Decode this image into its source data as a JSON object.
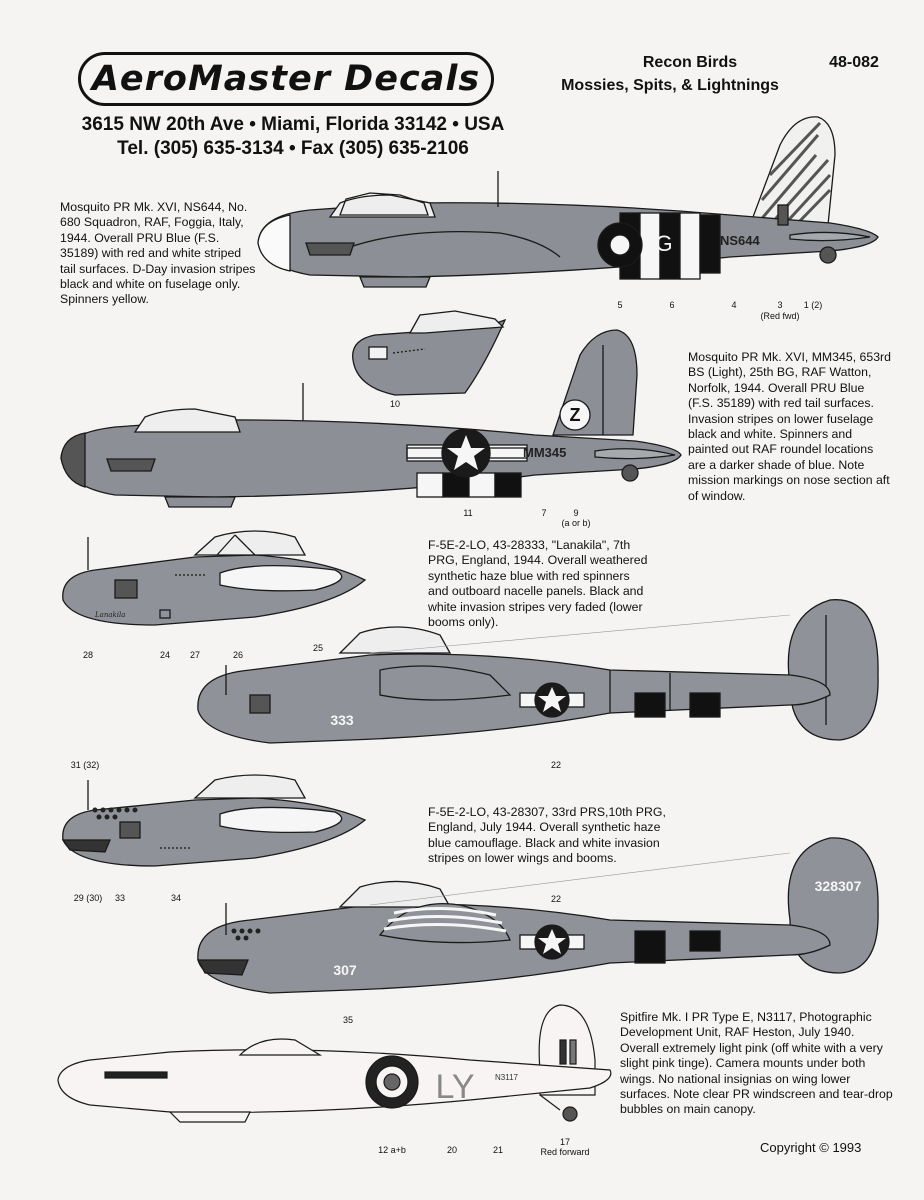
{
  "header": {
    "brand": "AeroMaster Decals",
    "address": "3615 NW 20th Ave • Miami, Florida 33142 • USA",
    "phone": "Tel. (305) 635-3134 • Fax (305) 635-2106",
    "title": "Recon Birds",
    "subtitle": "Mossies, Spits, & Lightnings",
    "sheet_no": "48-082"
  },
  "descriptions": {
    "mosquito_ns644": "Mosquito PR Mk. XVI, NS644, No. 680 Squadron, RAF, Foggia, Italy, 1944. Overall PRU Blue (F.S. 35189) with red and white striped tail surfaces. D-Day invasion stripes black and white on fuselage only. Spinners yellow.",
    "mosquito_mm345": "Mosquito PR Mk. XVI, MM345, 653rd BS (Light), 25th BG, RAF Watton, Norfolk, 1944. Overall PRU Blue (F.S. 35189) with red tail surfaces. Invasion stripes on lower fuselage black and white. Spinners and painted out RAF roundel locations are a darker shade of blue. Note mission markings on nose section aft of window.",
    "f5e_lanakila": "F-5E-2-LO, 43-28333, \"Lanakila\", 7th PRG, England, 1944. Overall weathered synthetic haze blue with red spinners and outboard nacelle panels. Black and white invasion stripes very faded (lower booms only).",
    "f5e_328307": "F-5E-2-LO, 43-28307, 33rd PRS,10th PRG, England, July 1944. Overall synthetic haze blue camouflage. Black and white invasion stripes on lower wings and booms.",
    "spitfire_n3117": "Spitfire Mk. I PR Type E, N3117, Photographic Development Unit, RAF Heston, July 1940. Overall extremely light pink (off white with a very slight pink tinge). Camera mounts under both wings. No national insignias on wing lower surfaces. Note clear PR windscreen and tear-drop bubbles on main canopy."
  },
  "markings": {
    "ns644_code": "G",
    "ns644_serial": "NS644",
    "mm345_code": "Z",
    "mm345_serial": "MM345",
    "lanakila_code": "333",
    "lanakila_nose": "Lanakila",
    "f5e_307_code": "307",
    "f5e_307_tail": "328307",
    "spit_code": "LY",
    "spit_serial": "N3117"
  },
  "callouts": {
    "c5": "5",
    "c6": "6",
    "c4": "4",
    "c3": "3",
    "c3note": "(Red fwd)",
    "c1": "1 (2)",
    "c10": "10",
    "c11": "11",
    "c7": "7",
    "c9": "9",
    "c9note": "(a or b)",
    "c28": "28",
    "c24": "24",
    "c27": "27",
    "c26": "26",
    "c25": "25",
    "c22a": "22",
    "c31": "31 (32)",
    "c29": "29 (30)",
    "c33": "33",
    "c34": "34",
    "c22b": "22",
    "c35": "35",
    "c12": "12 a+b",
    "c20": "20",
    "c21": "21",
    "c17": "17",
    "c17note": "Red forward"
  },
  "footer": {
    "copyright": "Copyright © 1993"
  },
  "colors": {
    "pru_blue": "#8a8d93",
    "haze_blue": "#8f9298",
    "line": "#1a1a1a",
    "paper": "#f5f4f2"
  }
}
